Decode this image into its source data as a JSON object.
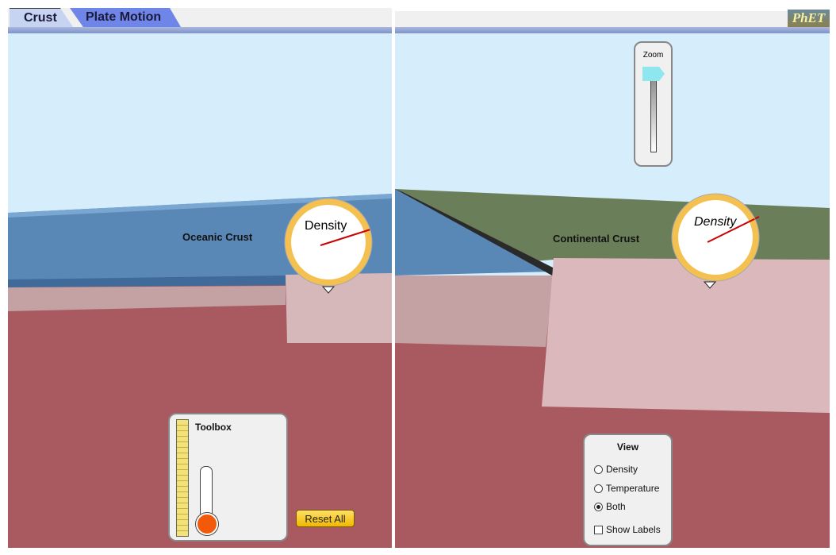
{
  "tabs": [
    {
      "label": "Crust",
      "active": true
    },
    {
      "label": "Plate Motion",
      "active": false
    }
  ],
  "left_view": {
    "crust_label": "Oceanic Crust",
    "gauge_label": "Density"
  },
  "right_view": {
    "crust_label": "Continental Crust",
    "gauge_label": "Density"
  },
  "zoom": {
    "label": "Zoom",
    "level": 1.0
  },
  "toolbox": {
    "title": "Toolbox"
  },
  "reset_button": "Reset All",
  "view_panel": {
    "title": "View",
    "options": [
      {
        "label": "Density",
        "selected": false
      },
      {
        "label": "Temperature",
        "selected": false
      },
      {
        "label": "Both",
        "selected": true
      }
    ],
    "show_labels": {
      "label": "Show Labels",
      "checked": false
    }
  },
  "logo_text": "PhET"
}
